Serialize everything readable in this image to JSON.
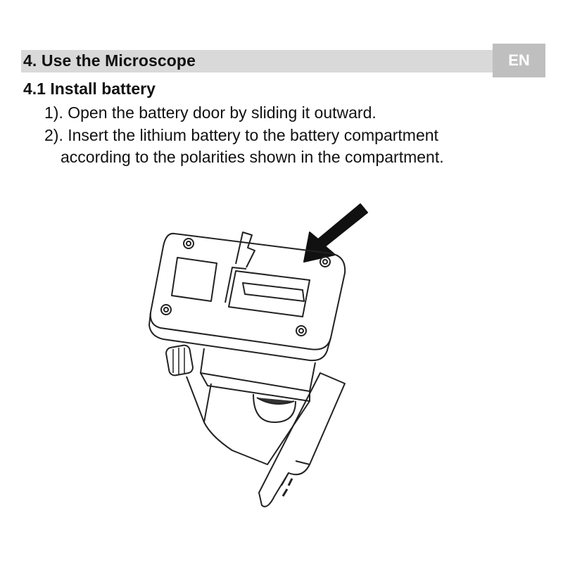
{
  "section": {
    "title": "4. Use the Microscope",
    "language_badge": "EN"
  },
  "subsection": {
    "title": "4.1 Install battery"
  },
  "steps": [
    "1). Open the battery door by sliding it outward.",
    "2). Insert the lithium battery to the battery compartment",
    "according to the polarities shown in the compartment."
  ]
}
